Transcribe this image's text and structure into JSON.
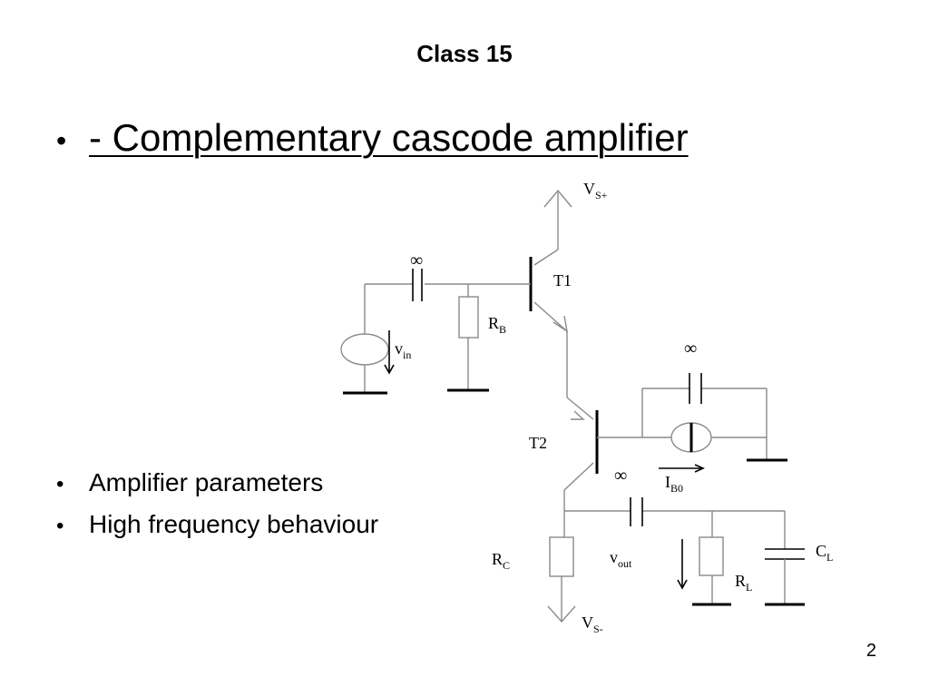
{
  "slide": {
    "title": "Class 15",
    "main_bullet": "- Complementary cascode amplifier",
    "sub_bullets": [
      "Amplifier parameters",
      "High frequency behaviour"
    ],
    "page_number": "2"
  },
  "circuit": {
    "vs_plus": {
      "base": "V",
      "sub": "S+"
    },
    "vs_minus": {
      "base": "V",
      "sub": "S-"
    },
    "t1": "T1",
    "t2": "T2",
    "rb": {
      "base": "R",
      "sub": "B"
    },
    "rc": {
      "base": "R",
      "sub": "C"
    },
    "rl": {
      "base": "R",
      "sub": "L"
    },
    "cl": {
      "base": "C",
      "sub": "L"
    },
    "vin": {
      "base": "v",
      "sub": "in"
    },
    "vout": {
      "base": "v",
      "sub": "out"
    },
    "ib0": {
      "base": "I",
      "sub": "B0"
    },
    "infinity": "∞"
  }
}
